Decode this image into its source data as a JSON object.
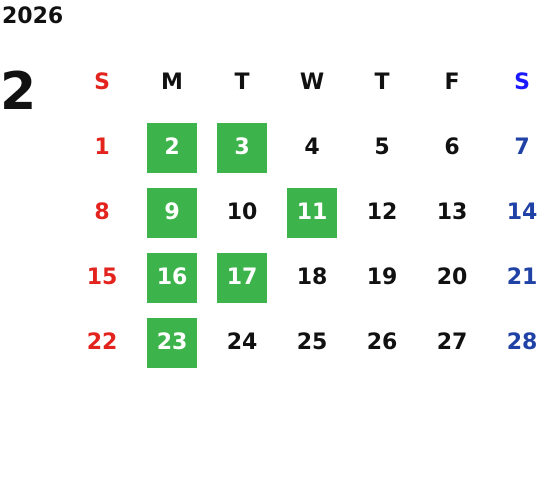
{
  "year": "2026",
  "month": "2",
  "weekday_headers": [
    "S",
    "M",
    "T",
    "W",
    "T",
    "F",
    "S"
  ],
  "colors": {
    "sunday": "#e3231d",
    "saturday": "#2041a6",
    "saturday_header": "#1a1aff",
    "highlight": "#3cb44b"
  },
  "weeks": [
    [
      {
        "day": "1",
        "highlighted": false
      },
      {
        "day": "2",
        "highlighted": true
      },
      {
        "day": "3",
        "highlighted": true
      },
      {
        "day": "4",
        "highlighted": false
      },
      {
        "day": "5",
        "highlighted": false
      },
      {
        "day": "6",
        "highlighted": false
      },
      {
        "day": "7",
        "highlighted": false
      }
    ],
    [
      {
        "day": "8",
        "highlighted": false
      },
      {
        "day": "9",
        "highlighted": true
      },
      {
        "day": "10",
        "highlighted": false
      },
      {
        "day": "11",
        "highlighted": true
      },
      {
        "day": "12",
        "highlighted": false
      },
      {
        "day": "13",
        "highlighted": false
      },
      {
        "day": "14",
        "highlighted": false
      }
    ],
    [
      {
        "day": "15",
        "highlighted": false
      },
      {
        "day": "16",
        "highlighted": true
      },
      {
        "day": "17",
        "highlighted": true
      },
      {
        "day": "18",
        "highlighted": false
      },
      {
        "day": "19",
        "highlighted": false
      },
      {
        "day": "20",
        "highlighted": false
      },
      {
        "day": "21",
        "highlighted": false
      }
    ],
    [
      {
        "day": "22",
        "highlighted": false
      },
      {
        "day": "23",
        "highlighted": true
      },
      {
        "day": "24",
        "highlighted": false
      },
      {
        "day": "25",
        "highlighted": false
      },
      {
        "day": "26",
        "highlighted": false
      },
      {
        "day": "27",
        "highlighted": false
      },
      {
        "day": "28",
        "highlighted": false
      }
    ]
  ]
}
